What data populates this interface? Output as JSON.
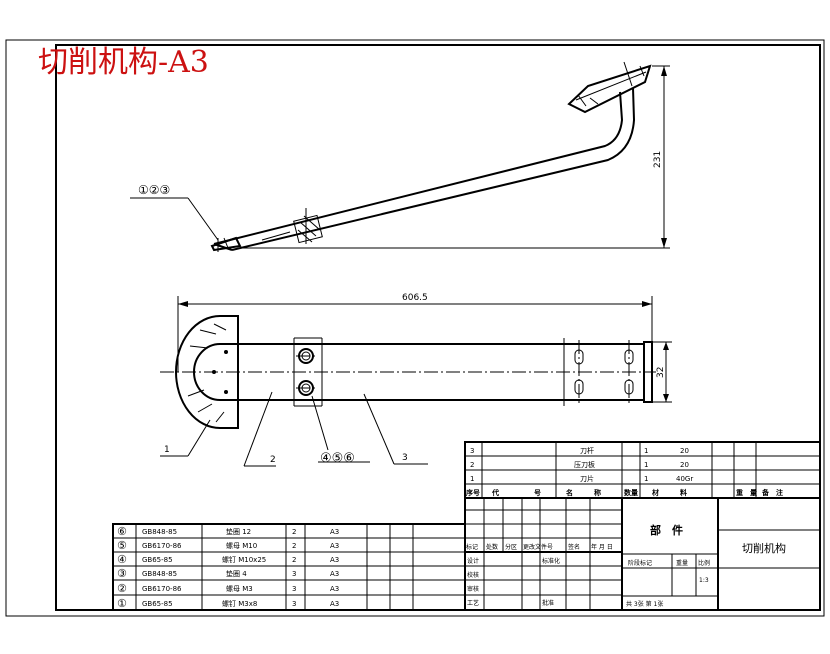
{
  "title": "切削机构-A3",
  "dimensions": {
    "height_231": "231",
    "length_606_5": "606.5",
    "width_32": "32"
  },
  "callouts": {
    "c123": "①②③",
    "c456": "④⑤⑥",
    "p1": "1",
    "p2": "2",
    "p3": "3"
  },
  "parts_list": [
    {
      "no": "⑥",
      "code": "GB848-85",
      "name": "垫圈 12",
      "qty": "2",
      "material": "A3"
    },
    {
      "no": "⑤",
      "code": "GB6170-86",
      "name": "螺母 M10",
      "qty": "2",
      "material": "A3"
    },
    {
      "no": "④",
      "code": "GB65-85",
      "name": "螺钉 M10x25",
      "qty": "2",
      "material": "A3"
    },
    {
      "no": "③",
      "code": "GB848-85",
      "name": "垫圈 4",
      "qty": "3",
      "material": "A3"
    },
    {
      "no": "②",
      "code": "GB6170-86",
      "name": "螺母 M3",
      "qty": "3",
      "material": "A3"
    },
    {
      "no": "①",
      "code": "GB65-85",
      "name": "螺钉 M3x8",
      "qty": "3",
      "material": "A3"
    }
  ],
  "bom": [
    {
      "no": "3",
      "name": "刀杆",
      "qty": "1",
      "material": "20"
    },
    {
      "no": "2",
      "name": "压刀板",
      "qty": "1",
      "material": "20"
    },
    {
      "no": "1",
      "name": "刀片",
      "qty": "1",
      "material": "40Gr"
    }
  ],
  "bom_header": {
    "no": "序号",
    "code": "代　　　　　号",
    "name": "名　　　称",
    "qty": "数量",
    "material": "材　　　料",
    "weight": "重　量",
    "remark": "备　注"
  },
  "title_block": {
    "assembly": "部　件",
    "drawing_name": "切削机构",
    "rev_labels": [
      "标记",
      "处数",
      "分区",
      "更改文件号",
      "签名",
      "年 月 日"
    ],
    "designer": "设计",
    "standardize": "标准化",
    "stage_mark": "阶段标记",
    "weight": "重量",
    "scale": "比例",
    "scale_value": "1:3",
    "check": "校核",
    "review": "审核",
    "process": "工艺",
    "approve": "批准",
    "sheets": "共 3张 第 1张"
  }
}
